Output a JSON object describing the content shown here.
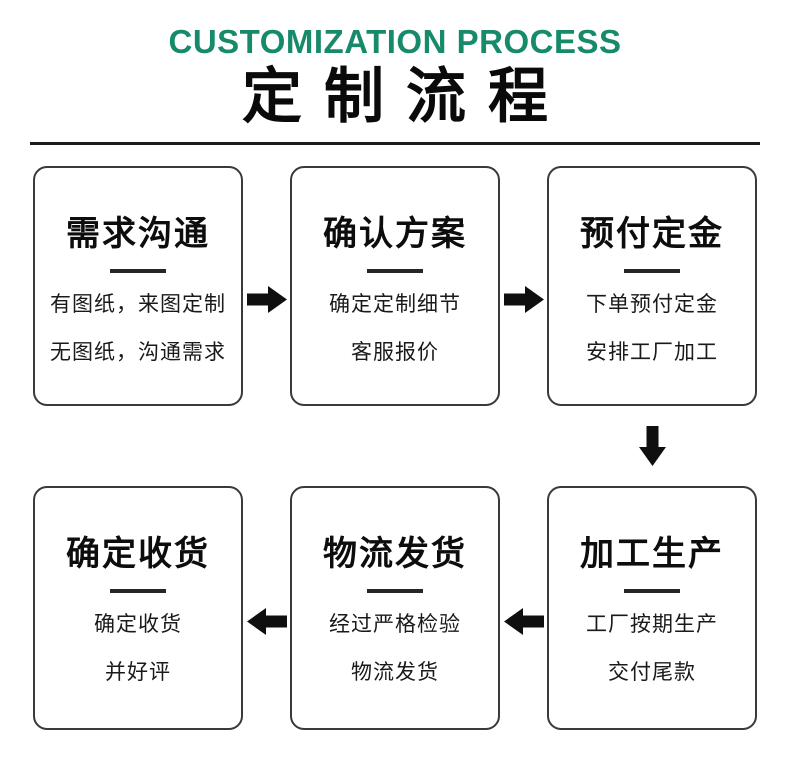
{
  "header": {
    "subtitle": "CUSTOMIZATION PROCESS",
    "title": "定制流程"
  },
  "colors": {
    "accent_green": "#178a6b",
    "ink": "#111111",
    "card_border": "#3a3a3a"
  },
  "steps": [
    {
      "title": "需求沟通",
      "line1": "有图纸，来图定制",
      "line2": "无图纸，沟通需求"
    },
    {
      "title": "确认方案",
      "line1": "确定定制细节",
      "line2": "客服报价"
    },
    {
      "title": "预付定金",
      "line1": "下单预付定金",
      "line2": "安排工厂加工"
    },
    {
      "title": "加工生产",
      "line1": "工厂按期生产",
      "line2": "交付尾款"
    },
    {
      "title": "物流发货",
      "line1": "经过严格检验",
      "line2": "物流发货"
    },
    {
      "title": "确定收货",
      "line1": "确定收货",
      "line2": "并好评"
    }
  ],
  "icons": {
    "arrow_right": "solid black block arrow pointing right",
    "arrow_down": "solid black block arrow pointing down",
    "arrow_left": "solid black block arrow pointing left"
  }
}
